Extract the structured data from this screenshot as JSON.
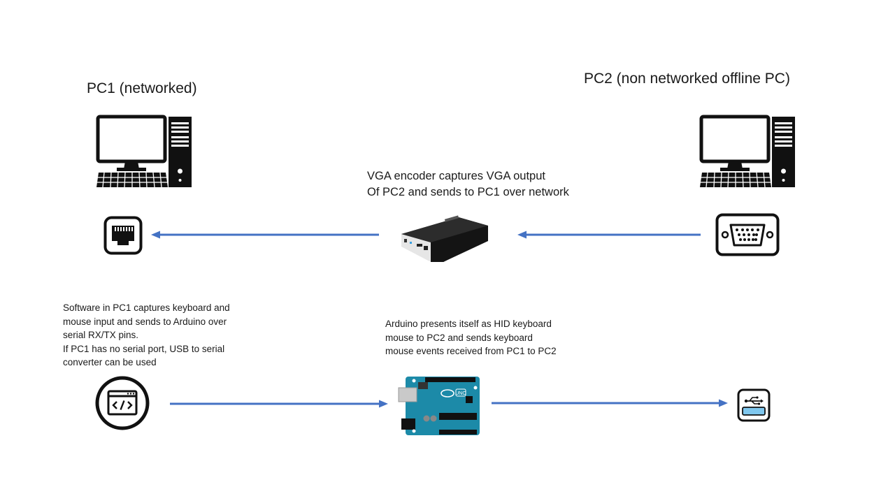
{
  "pc1": {
    "title": "PC1 (networked)",
    "icon": "desktop-computer-icon"
  },
  "pc2": {
    "title": "PC2 (non networked offline PC)",
    "icon": "desktop-computer-icon"
  },
  "vga_encoder": {
    "caption_lines": [
      "VGA encoder captures VGA output",
      "Of PC2 and sends to PC1 over network"
    ],
    "icon": "vga-encoder-device-icon"
  },
  "pc1_software": {
    "caption_lines": [
      "Software in PC1 captures keyboard  and",
      "mouse input and sends to Arduino over",
      "serial RX/TX pins.",
      "If PC1 has no serial port, USB to serial",
      "converter can be used"
    ],
    "icon": "code-window-icon"
  },
  "arduino": {
    "caption_lines": [
      "Arduino presents itself as HID keyboard",
      "mouse to PC2 and sends keyboard",
      "mouse events received from PC1 to PC2"
    ],
    "icon": "arduino-uno-board-icon",
    "board_label": "UNO"
  },
  "ports": {
    "ethernet_icon": "ethernet-port-icon",
    "vga_icon": "vga-port-icon",
    "usb_icon": "usb-keyboard-icon"
  },
  "colors": {
    "arrow": "#4472C4",
    "icon": "#111111",
    "arduino_board": "#1C8AA8"
  }
}
